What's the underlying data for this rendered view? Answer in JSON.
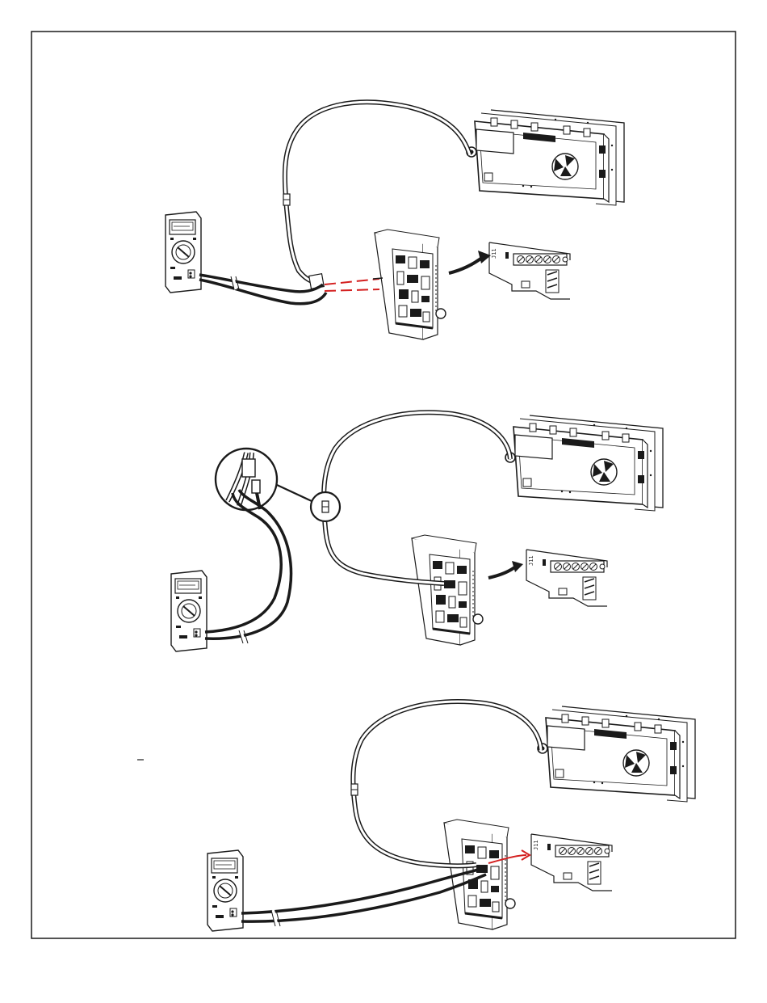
{
  "figure": {
    "frame_color": "#1a1a1a",
    "ink_color": "#1a1a1a",
    "highlight_color": "#d42020",
    "paper_color": "#ffffff"
  },
  "panels": [
    {
      "id": "top",
      "components": [
        "multimeter",
        "wire-harness",
        "connector",
        "control-board",
        "display-board",
        "pin-detail"
      ]
    },
    {
      "id": "middle",
      "components": [
        "multimeter",
        "wire-harness",
        "connector-magnified",
        "control-board",
        "display-board",
        "pin-detail"
      ]
    },
    {
      "id": "bottom",
      "components": [
        "multimeter",
        "wire-harness",
        "control-board",
        "display-board",
        "pin-detail"
      ]
    }
  ],
  "detail_label": "J11"
}
